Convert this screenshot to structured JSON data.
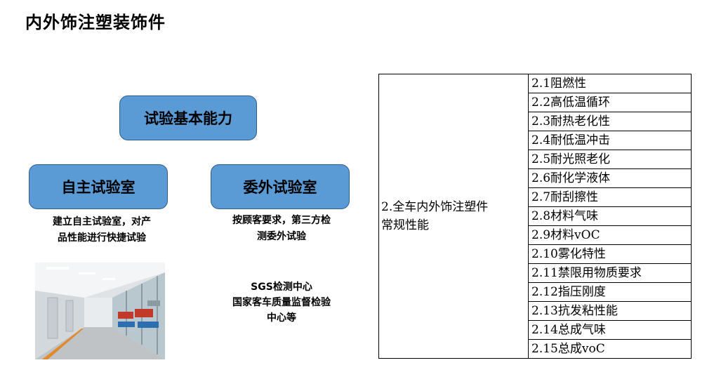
{
  "title": "内外饰注塑装饰件",
  "diagram": {
    "root": "试验基本能力",
    "branches": [
      {
        "label": "自主试验室",
        "description": [
          "建立自主试验室，对产",
          "品性能进行快捷试验"
        ]
      },
      {
        "label": "委外试验室",
        "description": [
          "按顾客要求，第三方检",
          "测委外试验"
        ]
      }
    ],
    "labs": [
      "SGS检测中心",
      "国家客车质量监督检验",
      "中心等"
    ]
  },
  "table": {
    "category": [
      "2.全车内外饰注塑件",
      "常规性能"
    ],
    "items": [
      "2.1阻燃性",
      "2.2高低温循环",
      "2.3耐热老化性",
      "2.4耐低温冲击",
      "2.5耐光照老化",
      "2.6耐化学液体",
      "2.7耐刮擦性",
      "2.8材料气味",
      "2.9材料vOC",
      "2.10雾化特性",
      "2.11禁限用物质要求",
      "2.12指压刚度",
      "2.13抗发粘性能",
      "2.14总成气味",
      "2.15总成voC"
    ]
  },
  "colors": {
    "box_fill": "#5b9bd5",
    "box_border": "#2e5d8a"
  }
}
